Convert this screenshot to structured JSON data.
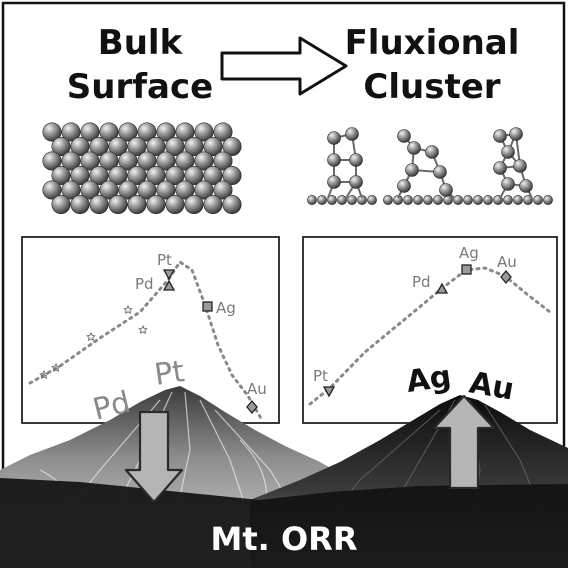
{
  "titles": {
    "bulk_line1": "Bulk",
    "bulk_line2": "Surface",
    "cluster_line1": "Fluxional",
    "cluster_line2": "Cluster"
  },
  "arrow_icon": "right-arrow-icon",
  "left_plot": {
    "labels": {
      "pt": "Pt",
      "pd": "Pd",
      "ag": "Ag",
      "au": "Au"
    },
    "trend": "volcano"
  },
  "right_plot": {
    "labels": {
      "ag": "Ag",
      "au": "Au",
      "pd": "Pd",
      "pt": "Pt"
    },
    "trend": "volcano"
  },
  "mountain_labels": {
    "pd": "Pd",
    "pt": "Pt",
    "ag": "Ag",
    "au": "Au"
  },
  "footer": {
    "title": "Mt. ORR"
  },
  "colors": {
    "atom": "#8c8c8c",
    "atom_dark": "#3a3a3a",
    "dotted_line": "#8a8a8a",
    "marker_fill": "#9a9a9a",
    "label_gray": "#7a7a7a",
    "footer_bg": "#111111",
    "footer_text": "#ffffff",
    "big_arrow_fill": "#b5b5b5"
  }
}
